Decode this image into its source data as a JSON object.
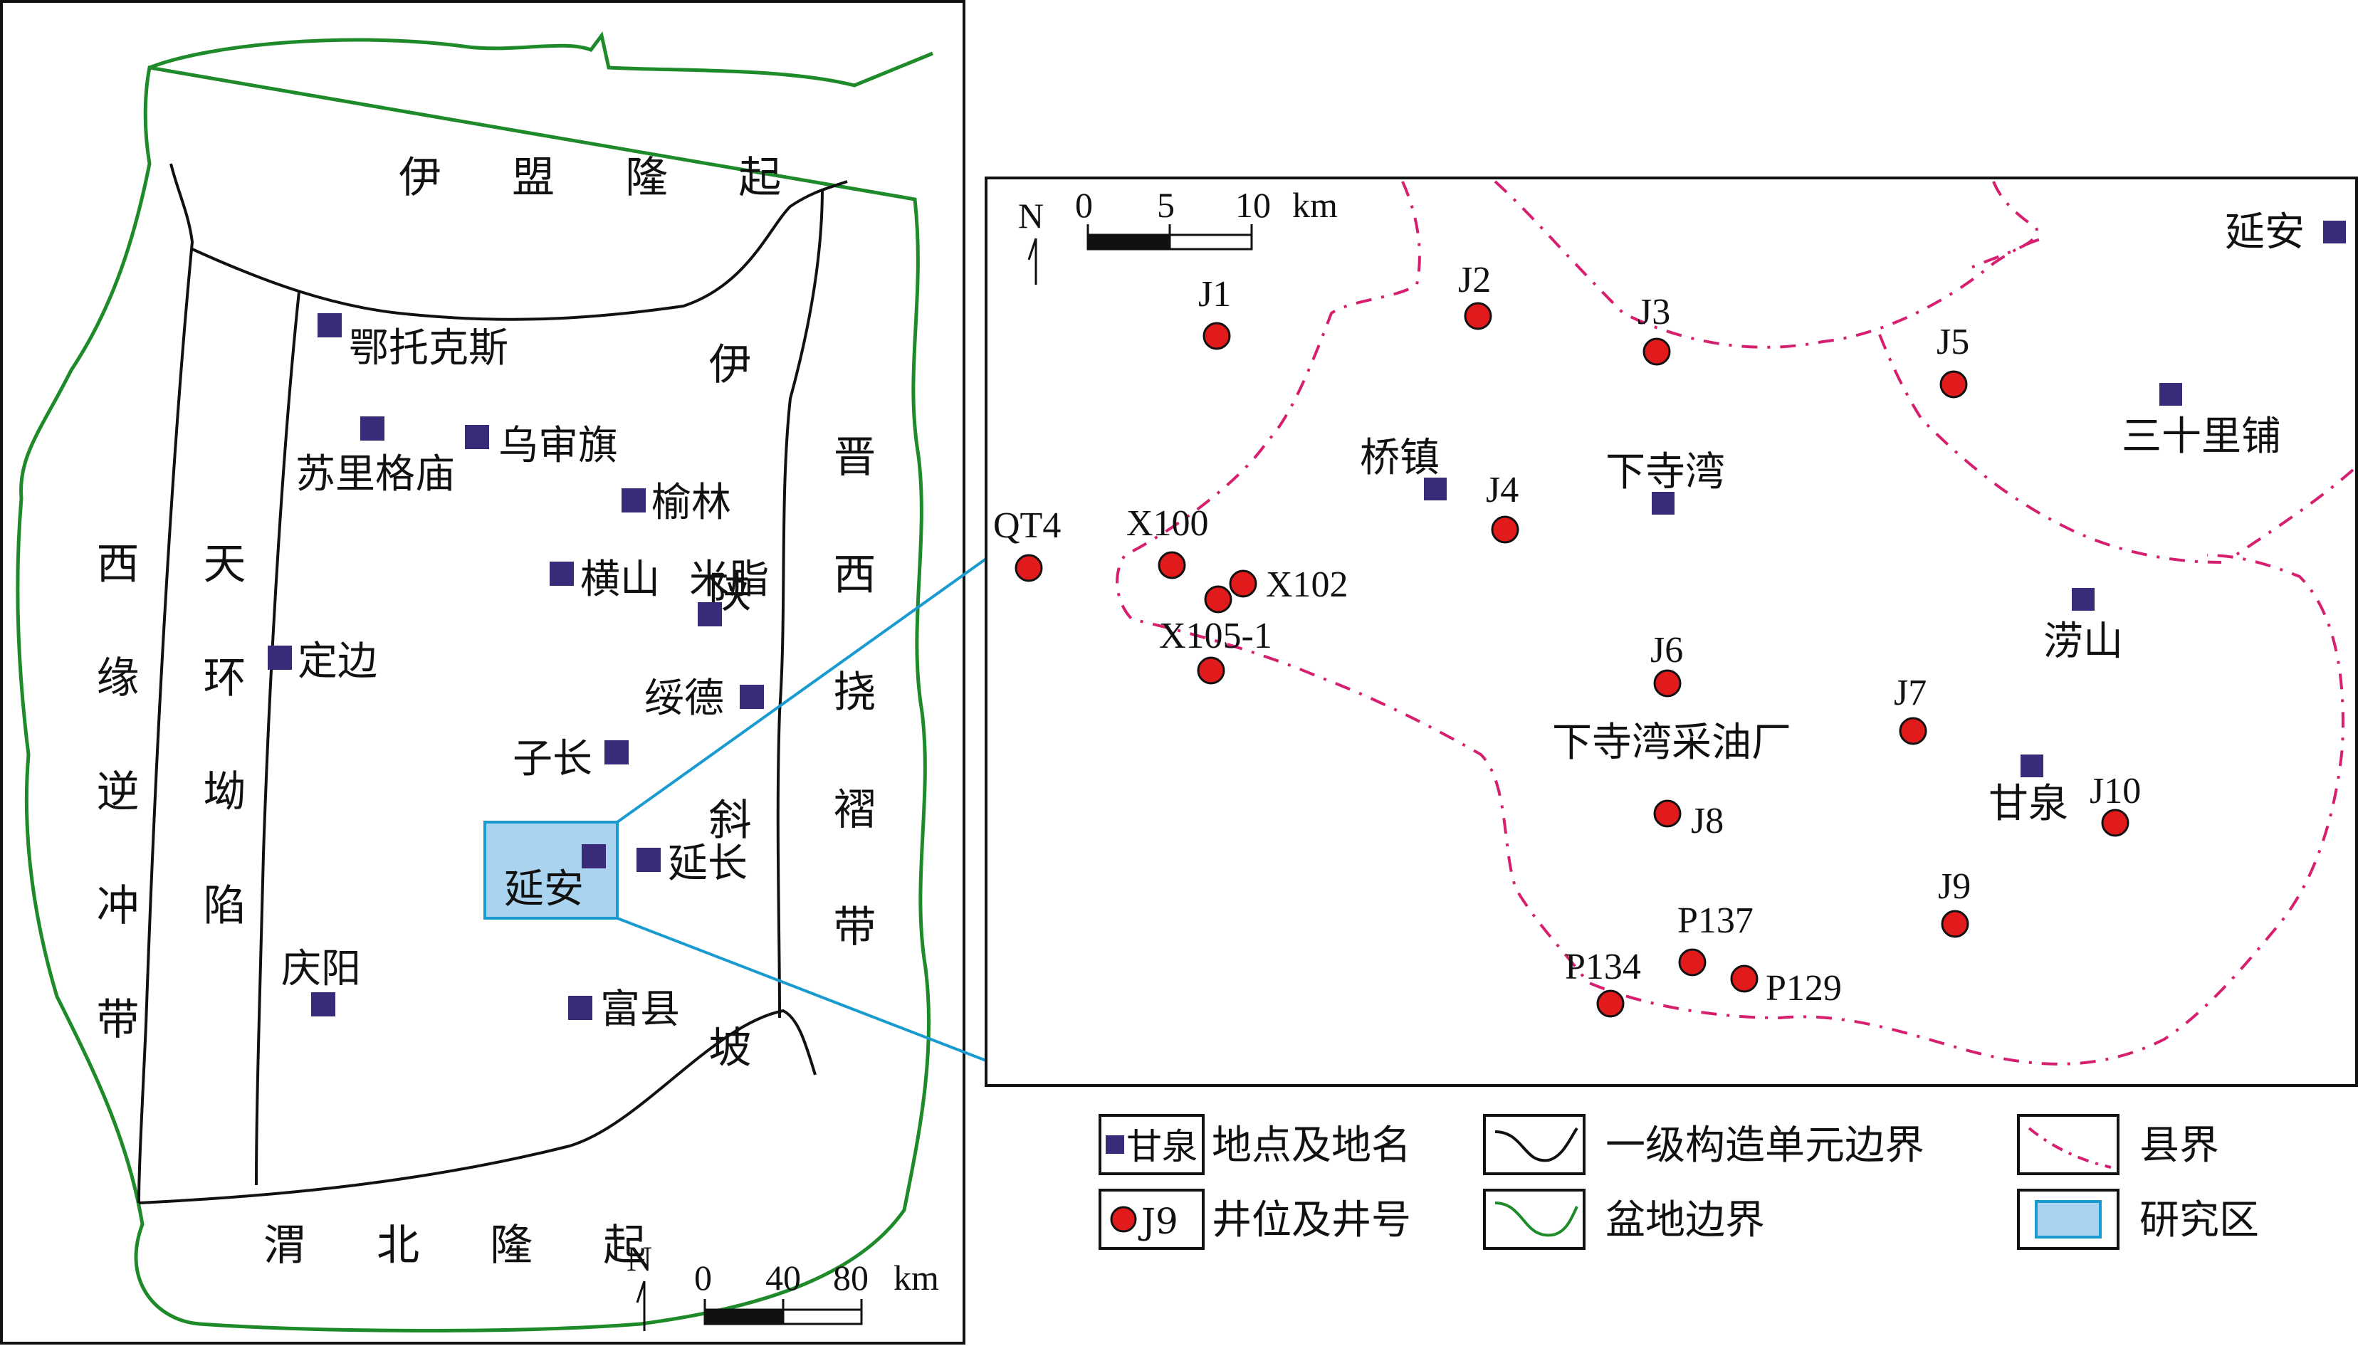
{
  "overview": {
    "regions": [
      {
        "id": "yimeng-uplift",
        "label": "伊 盟 隆 起"
      },
      {
        "id": "western-margin-thrust",
        "label": "西缘逆冲带"
      },
      {
        "id": "tianhuan-depression",
        "label": "天环坳陷"
      },
      {
        "id": "shaanbei-slope",
        "label": "伊陕斜坡"
      },
      {
        "id": "jinxi-fold-belt",
        "label": "晋西挠褶带"
      },
      {
        "id": "weibei-uplift",
        "label": "渭 北 隆 起"
      }
    ],
    "places": [
      {
        "id": "ordos",
        "label": "鄂托克斯"
      },
      {
        "id": "suligemiao",
        "label": "苏里格庙"
      },
      {
        "id": "wushenqi",
        "label": "乌审旗"
      },
      {
        "id": "yulin",
        "label": "榆林"
      },
      {
        "id": "hengshan",
        "label": "横山"
      },
      {
        "id": "mizhi",
        "label": "米脂"
      },
      {
        "id": "dingbian",
        "label": "定边"
      },
      {
        "id": "suide",
        "label": "绥德"
      },
      {
        "id": "zichang",
        "label": "子长"
      },
      {
        "id": "yanchang",
        "label": "延长"
      },
      {
        "id": "yanan",
        "label": "延安"
      },
      {
        "id": "qingyang",
        "label": "庆阳"
      },
      {
        "id": "fuxian",
        "label": "富县"
      }
    ],
    "scale": {
      "north": "N",
      "ticks": [
        "0",
        "40",
        "80"
      ],
      "unit": "km"
    }
  },
  "detail": {
    "places": [
      {
        "id": "yanan",
        "label": "延安"
      },
      {
        "id": "qiaozhen",
        "label": "桥镇"
      },
      {
        "id": "xiasiwan",
        "label": "下寺湾"
      },
      {
        "id": "sanshilipu",
        "label": "三十里铺"
      },
      {
        "id": "laoshan",
        "label": "涝山"
      },
      {
        "id": "ganquan",
        "label": "甘泉"
      },
      {
        "id": "xiasiwan-oil-plant",
        "label": "下寺湾采油厂"
      }
    ],
    "wells": [
      {
        "id": "J1",
        "label": "J1"
      },
      {
        "id": "J2",
        "label": "J2"
      },
      {
        "id": "J3",
        "label": "J3"
      },
      {
        "id": "J4",
        "label": "J4"
      },
      {
        "id": "J5",
        "label": "J5"
      },
      {
        "id": "J6",
        "label": "J6"
      },
      {
        "id": "J7",
        "label": "J7"
      },
      {
        "id": "J8",
        "label": "J8"
      },
      {
        "id": "J9",
        "label": "J9"
      },
      {
        "id": "J10",
        "label": "J10"
      },
      {
        "id": "QT4",
        "label": "QT4"
      },
      {
        "id": "X100",
        "label": "X100"
      },
      {
        "id": "X102",
        "label": "X102"
      },
      {
        "id": "X105-1",
        "label": "X105-1"
      },
      {
        "id": "P134",
        "label": "P134"
      },
      {
        "id": "P137",
        "label": "P137"
      },
      {
        "id": "P129",
        "label": "P129"
      }
    ],
    "scale": {
      "north": "N",
      "ticks": [
        "0",
        "5",
        "10"
      ],
      "unit": "km"
    }
  },
  "legend": {
    "place": {
      "sample": "甘泉",
      "label": "地点及地名"
    },
    "well": {
      "sample": "J9",
      "label": "井位及井号"
    },
    "tectonic_boundary": {
      "label": "一级构造单元边界"
    },
    "basin_boundary": {
      "label": "盆地边界"
    },
    "county_boundary": {
      "label": "县界"
    },
    "study_area": {
      "label": "研究区"
    }
  },
  "colors": {
    "place_marker": "#3a2a7a",
    "well_marker": "#e11b1b",
    "basin_boundary": "#1f8a2a",
    "county_boundary": "#d6206f",
    "study_area_fill": "#a9d3ee",
    "callout_line": "#1a9bd0"
  }
}
